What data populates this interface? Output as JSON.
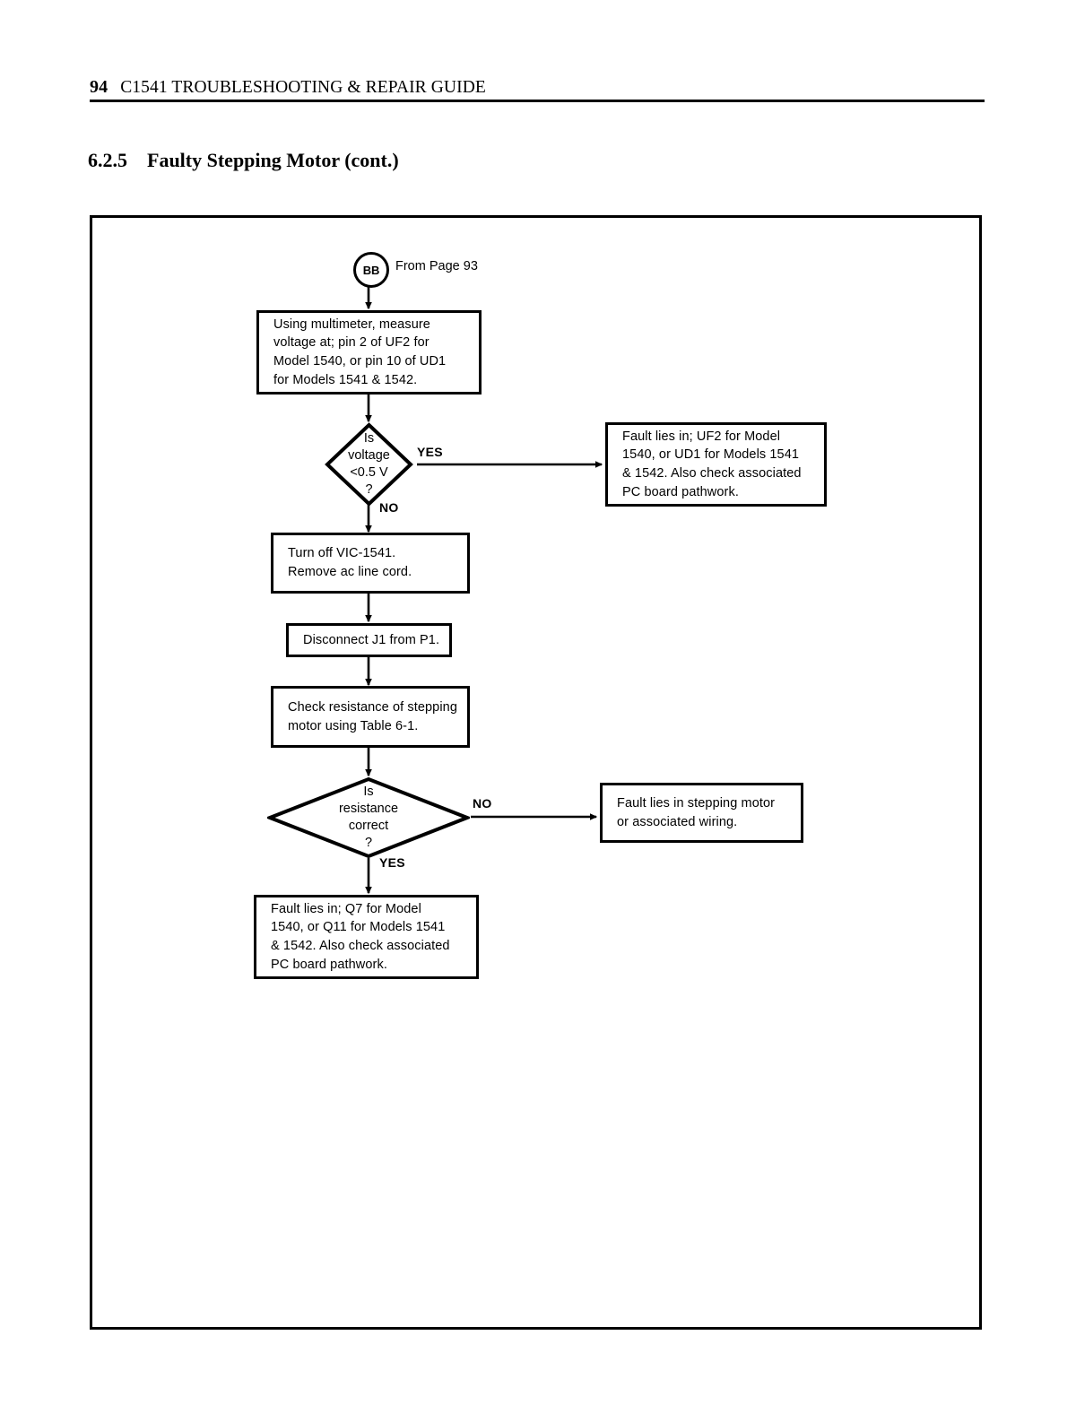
{
  "page": {
    "number": "94",
    "running_head": "C1541 TROUBLESHOOTING & REPAIR GUIDE"
  },
  "section": {
    "number": "6.2.5",
    "title": "Faulty Stepping Motor (cont.)"
  },
  "flowchart": {
    "entry_connector": {
      "tag": "BB",
      "caption": "From Page  93"
    },
    "nodes": {
      "measure_voltage": "Using multimeter, measure\nvoltage at; pin 2 of UF2 for\nModel 1540, or pin 10 of UD1\nfor Models 1541 & 1542.",
      "voltage_decision": "Is\nvoltage\n<0.5 V\n?",
      "fault_uf2_ud1": "Fault lies in; UF2 for Model\n1540, or UD1 for Models 1541\n& 1542.  Also check associated\nPC board pathwork.",
      "turn_off": "Turn off VIC-1541.\nRemove ac line cord.",
      "disconnect": "Disconnect  J1 from P1.",
      "check_resistance": "Check resistance of stepping\nmotor using Table 6-1.",
      "resistance_decision": "Is\nresistance\ncorrect\n?",
      "fault_stepping_motor": "Fault lies in stepping motor\nor associated wiring.",
      "fault_q7_q11": "Fault lies in; Q7 for Model\n1540, or Q11 for Models 1541\n& 1542.  Also check associated\nPC board pathwork."
    },
    "branch_labels": {
      "voltage_yes": "YES",
      "voltage_no": "NO",
      "resistance_no": "NO",
      "resistance_yes": "YES"
    }
  },
  "colors": {
    "ink": "#000000",
    "paper": "#ffffff"
  }
}
